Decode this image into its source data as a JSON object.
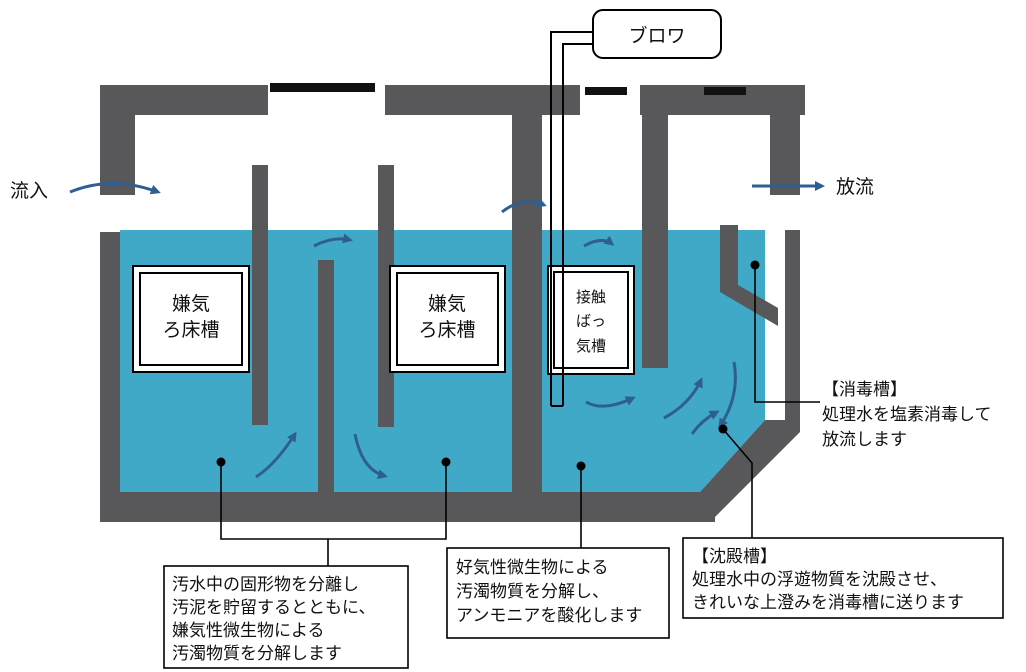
{
  "labels": {
    "inflow": "流入",
    "outflow": "放流",
    "blower": "ブロワ"
  },
  "media": {
    "anaerobic1": [
      "嫌気",
      "ろ床槽"
    ],
    "anaerobic2": [
      "嫌気",
      "ろ床槽"
    ],
    "contact": [
      "接触",
      "ばっ",
      "気槽"
    ]
  },
  "notes": {
    "disinfection": [
      "【消毒槽】",
      "処理水を塩素消毒して",
      "放流します"
    ],
    "sedimentation": [
      "【沈殿槽】",
      "処理水中の浮遊物質を沈殿させ、",
      "きれいな上澄みを消毒槽に送ります"
    ],
    "aerobic": [
      "好気性微生物による",
      "汚濁物質を分解し、",
      "アンモニアを酸化します"
    ],
    "anaerobic": [
      "汚水中の固形物を分離し",
      "汚泥を貯留するとともに、",
      "嫌気性微生物による",
      "汚濁物質を分解します"
    ]
  },
  "colors": {
    "wall": "#58585a",
    "water": "#3fa9c7",
    "arrow": "#2f5e91",
    "outline": "#000000"
  }
}
